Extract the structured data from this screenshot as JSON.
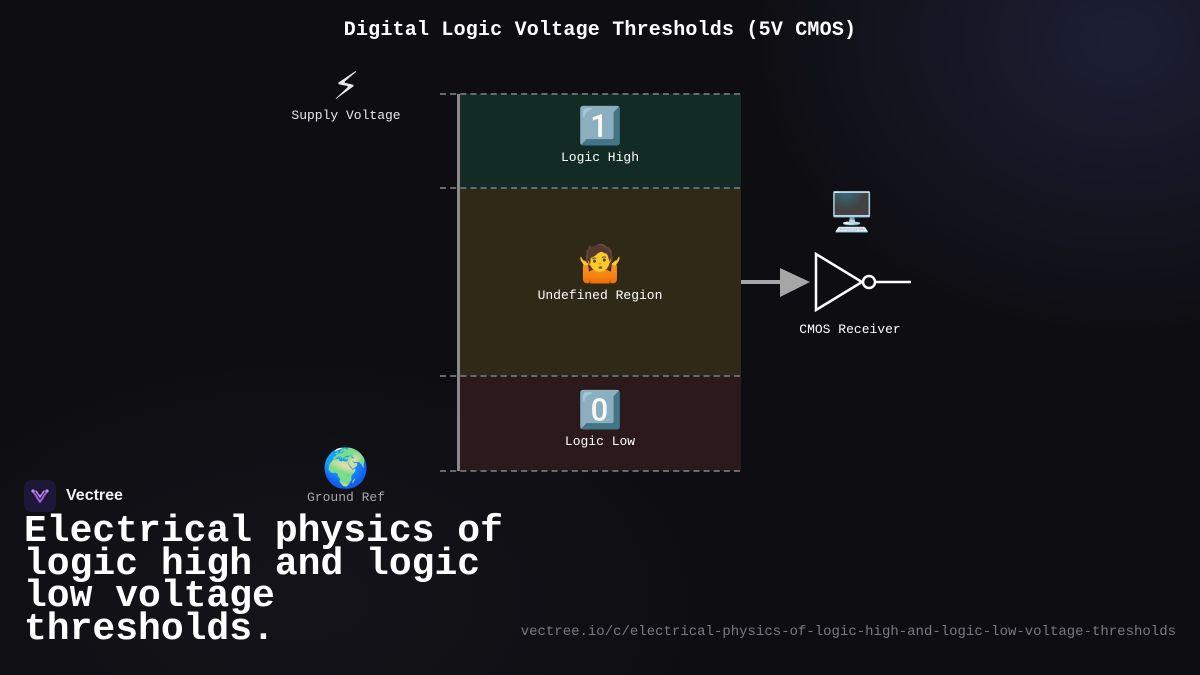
{
  "title": "Digital Logic Voltage Thresholds (5V CMOS)",
  "supply": {
    "emoji": "⚡",
    "label": "Supply Voltage"
  },
  "ground": {
    "emoji": "🌍",
    "label": "Ground Ref"
  },
  "bands": {
    "high": {
      "emoji": "1️⃣",
      "label": "Logic High",
      "color": "#132b25"
    },
    "undefined": {
      "emoji": "🤷",
      "label": "Undefined Region",
      "color": "#2f2a18"
    },
    "low": {
      "emoji": "0️⃣",
      "label": "Logic Low",
      "color": "#2c191c"
    }
  },
  "receiver": {
    "emoji": "🖥️",
    "label": "CMOS Receiver"
  },
  "brand": {
    "name": "Vectree"
  },
  "headline": "Electrical physics of logic high and logic low voltage thresholds.",
  "url": "vectree.io/c/electrical-physics-of-logic-high-and-logic-low-voltage-thresholds"
}
